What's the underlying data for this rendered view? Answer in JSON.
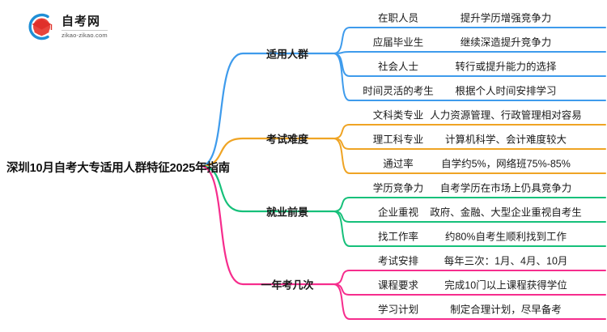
{
  "logo": {
    "icon": "graduation-cap-logo-icon",
    "title": "自考网",
    "domain": "zikao-zikao.com"
  },
  "root": {
    "title": "深圳10月自考大专适用人群特征2025年指南"
  },
  "colors": {
    "branch_1": "#3e9bec",
    "branch_2": "#efa424",
    "branch_3": "#16c07a",
    "branch_4": "#f62d8d",
    "text": "#1a1a1a",
    "logo_blue": "#1f8fd6",
    "logo_red": "#e0302a"
  },
  "branches": [
    {
      "label": "适用人群",
      "color": "#3e9bec",
      "items": [
        {
          "key": "在职人员",
          "value": "提升学历增强竞争力"
        },
        {
          "key": "应届毕业生",
          "value": "继续深造提升竞争力"
        },
        {
          "key": "社会人士",
          "value": "转行或提升能力的选择"
        },
        {
          "key": "时间灵活的考生",
          "value": "根据个人时间安排学习"
        }
      ]
    },
    {
      "label": "考试难度",
      "color": "#efa424",
      "items": [
        {
          "key": "文科类专业",
          "value": "人力资源管理、行政管理相对容易"
        },
        {
          "key": "理工科专业",
          "value": "计算机科学、会计难度较大"
        },
        {
          "key": "通过率",
          "value": "自学约5%，网络班75%-85%"
        }
      ]
    },
    {
      "label": "就业前景",
      "color": "#16c07a",
      "items": [
        {
          "key": "学历竞争力",
          "value": "自考学历在市场上仍具竞争力"
        },
        {
          "key": "企业重视",
          "value": "政府、金融、大型企业重视自考生"
        },
        {
          "key": "找工作率",
          "value": "约80%自考生顺利找到工作"
        }
      ]
    },
    {
      "label": "一年考几次",
      "color": "#f62d8d",
      "items": [
        {
          "key": "考试安排",
          "value": "每年三次：1月、4月、10月"
        },
        {
          "key": "课程要求",
          "value": "完成10门以上课程获得学位"
        },
        {
          "key": "学习计划",
          "value": "制定合理计划，尽早备考"
        }
      ]
    }
  ]
}
